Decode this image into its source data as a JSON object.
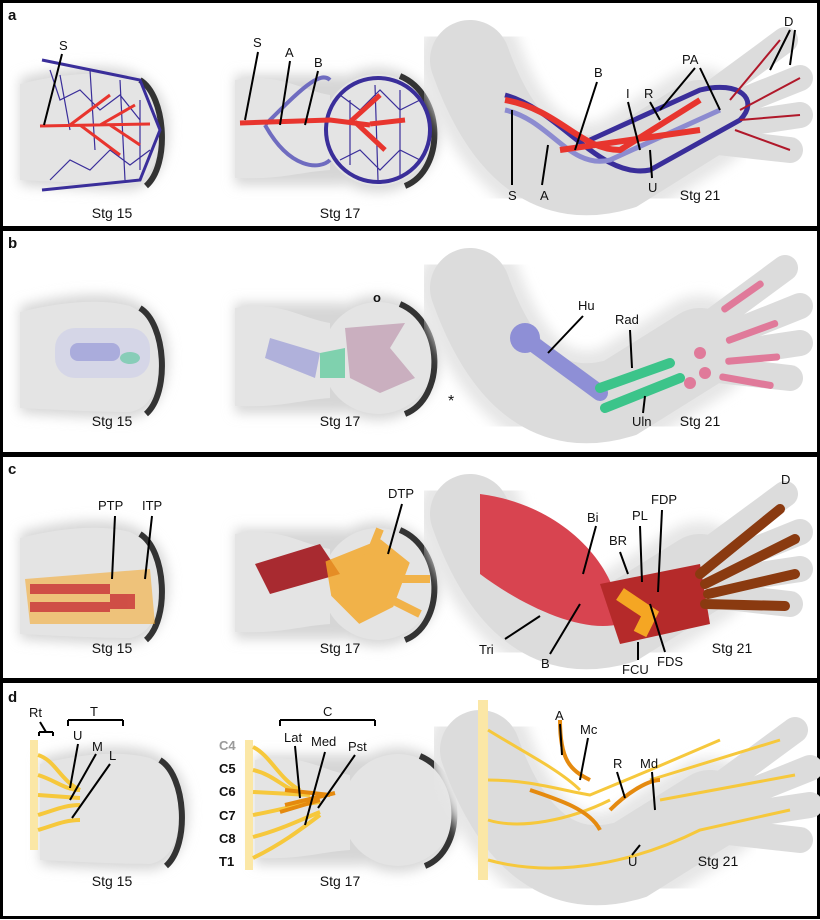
{
  "panels": [
    {
      "letter": "a",
      "stages": [
        "Stg 15",
        "Stg 17",
        "Stg 21"
      ],
      "labels": {
        "s15_S": "S",
        "s17_S": "S",
        "s17_A": "A",
        "s17_B": "B",
        "s21_B": "B",
        "s21_I": "I",
        "s21_R": "R",
        "s21_PA": "PA",
        "s21_D": "D",
        "s21_S": "S",
        "s21_A": "A",
        "s21_U": "U"
      }
    },
    {
      "letter": "b",
      "stages": [
        "Stg 15",
        "Stg 17",
        "Stg 21"
      ],
      "labels": {
        "o": "o",
        "star": "*",
        "Hu": "Hu",
        "Rad": "Rad",
        "Uln": "Uln"
      }
    },
    {
      "letter": "c",
      "stages": [
        "Stg 15",
        "Stg 17",
        "Stg 21"
      ],
      "labels": {
        "PTP": "PTP",
        "ITP": "ITP",
        "DTP": "DTP",
        "D": "D",
        "Bi": "Bi",
        "BR": "BR",
        "PL": "PL",
        "FDP": "FDP",
        "Tri": "Tri",
        "B": "B",
        "FCU": "FCU",
        "FDS": "FDS"
      }
    },
    {
      "letter": "d",
      "stages": [
        "Stg 15",
        "Stg 17",
        "Stg 21"
      ],
      "labels": {
        "Rt": "Rt",
        "T": "T",
        "U": "U",
        "M": "M",
        "L": "L",
        "C": "C",
        "Lat": "Lat",
        "Med": "Med",
        "Pst": "Pst",
        "A": "A",
        "Mc": "Mc",
        "R": "R",
        "Md": "Md",
        "U21": "U"
      },
      "segments": [
        "C4",
        "C5",
        "C6",
        "C7",
        "C8",
        "T1"
      ]
    }
  ],
  "colors": {
    "artery": "#e8352e",
    "vein": "#3a2e9a",
    "humerus": "#8e8fd6",
    "radius": "#3cc48a",
    "digits": "#e07a9a",
    "muscle": "#c8323a",
    "tendon": "#f5a623",
    "nerve": "#f6c83c",
    "nerve_dark": "#e58a0f"
  }
}
